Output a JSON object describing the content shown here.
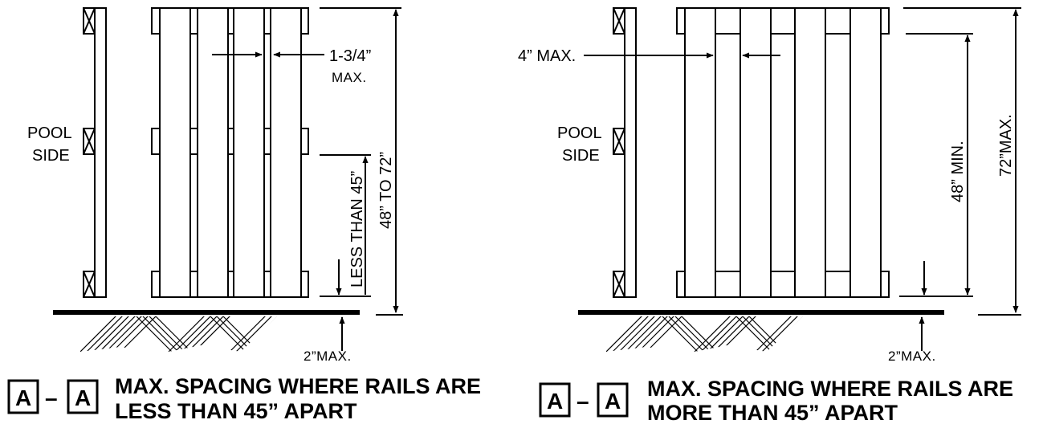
{
  "left": {
    "side_label_1": "POOL",
    "side_label_2": "SIDE",
    "gap_label_1": "1-3/4”",
    "gap_label_2": "MAX.",
    "rail_label": "LESS THAN 45”",
    "height_label": "48” TO 72”",
    "ground_label": "2”MAX.",
    "section_letter_a": "A",
    "section_dash": "–",
    "section_letter_b": "A",
    "caption_line_1": "MAX. SPACING WHERE RAILS ARE",
    "caption_line_2": "LESS THAN 45” APART"
  },
  "right": {
    "side_label_1": "POOL",
    "side_label_2": "SIDE",
    "gap_label": "4” MAX.",
    "min_label": "48” MIN.",
    "max_label": "72”MAX.",
    "ground_label": "2”MAX.",
    "section_letter_a": "A",
    "section_dash": "–",
    "section_letter_b": "A",
    "caption_line_1": "MAX. SPACING WHERE RAILS ARE",
    "caption_line_2": "MORE THAN 45” APART"
  }
}
